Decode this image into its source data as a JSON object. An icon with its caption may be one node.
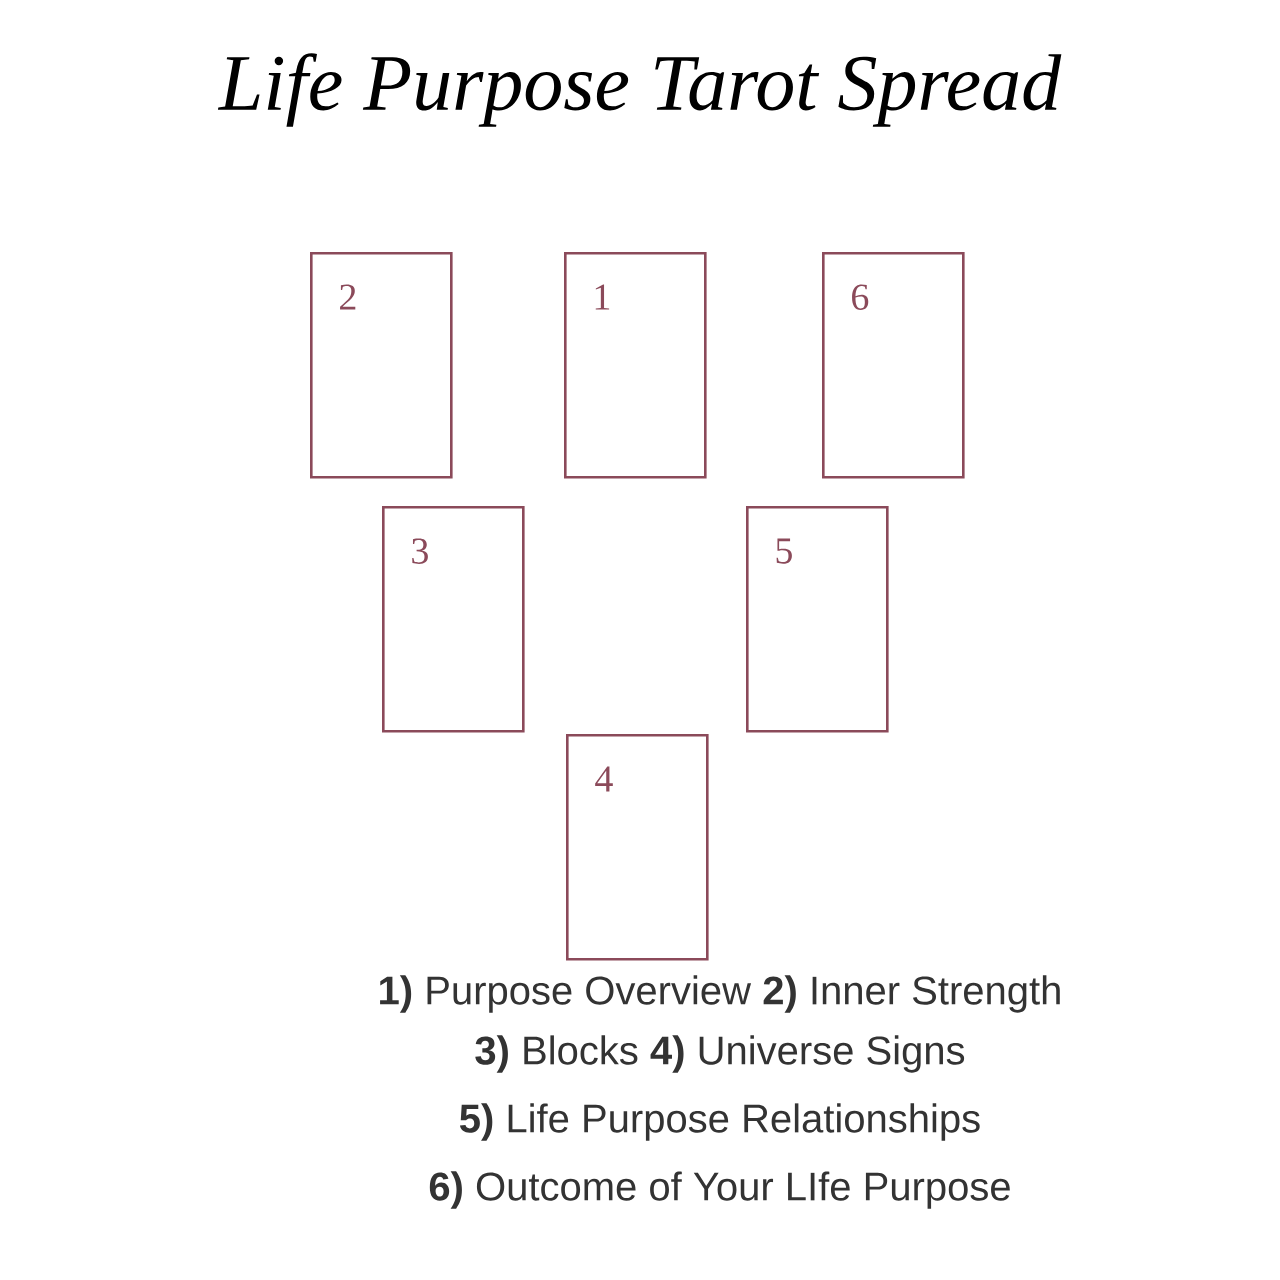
{
  "diagram": {
    "title": "Life Purpose Tarot Spread",
    "nodes": [
      {
        "text": [
          "2"
        ]
      },
      {
        "text": [
          "1"
        ]
      },
      {
        "text": [
          "6"
        ]
      },
      {
        "text": [
          "3"
        ]
      },
      {
        "text": [
          "5"
        ]
      },
      {
        "text": [
          "4"
        ]
      }
    ],
    "edges": [],
    "labels": [
      "**1)** Purpose Overview **2)** Inner Strength",
      "**3)** Blocks **4)** Universe Signs",
      "**5)** Life Purpose Relationships",
      "**6)** Outcome of Your LIfe Purpose"
    ]
  }
}
